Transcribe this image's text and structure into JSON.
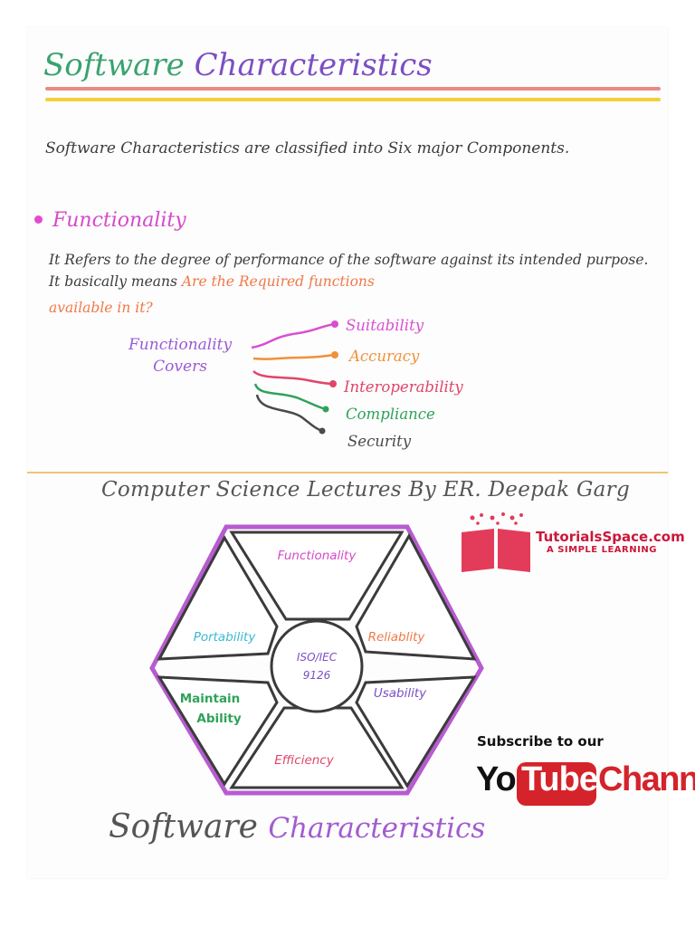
{
  "title": {
    "word1": "Software",
    "word2": "Characteristics"
  },
  "intro": "Software Characteristics are classified into Six major Components.",
  "bullet": {
    "heading": "Functionality",
    "text_dark": "It Refers to the degree of performance of the software against its intended purpose. It basically means",
    "text_orange_inline": "Are the Required functions",
    "text_orange_line2": "available in it?"
  },
  "covers": {
    "line1": "Functionality",
    "line2": "Covers"
  },
  "branches": [
    {
      "label": "Suitability",
      "color": "#d94fd0"
    },
    {
      "label": "Accuracy",
      "color": "#f0913a"
    },
    {
      "label": "Interoperability",
      "color": "#e0466a"
    },
    {
      "label": "Compliance",
      "color": "#2fa25a"
    },
    {
      "label": "Security",
      "color": "#4a4a4a"
    }
  ],
  "lecture_credit": "Computer Science Lectures By ER. Deepak Garg",
  "brand": {
    "name_part1": "Tutorials",
    "name_part2": "Space.com",
    "tagline": "A SIMPLE LEARNING"
  },
  "hexagon": {
    "center_line1": "ISO/IEC",
    "center_line2": "9126",
    "segments": [
      {
        "label": "Functionality",
        "color": "#d64ac9"
      },
      {
        "label": "Reliablity",
        "color": "#f07848"
      },
      {
        "label": "Usability",
        "color": "#7b4fc4"
      },
      {
        "label": "Efficiency",
        "color": "#e0466a"
      },
      {
        "label": "Maintain",
        "label2": "Ability",
        "color": "#2fa25a"
      },
      {
        "label": "Portability",
        "color": "#3bb8d6"
      }
    ]
  },
  "subscribe": {
    "text": "Subscribe to our",
    "you": "You",
    "tube": "Tube",
    "channel": "Channel"
  },
  "footer": {
    "word1": "Software",
    "word2": "Characteristics"
  }
}
